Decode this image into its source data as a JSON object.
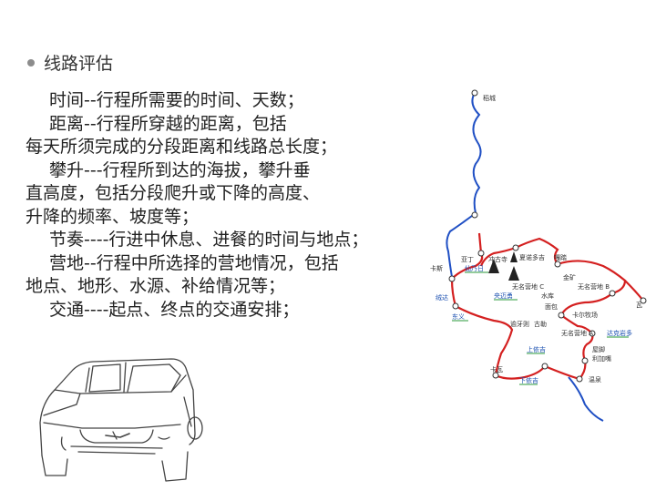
{
  "slide": {
    "heading": "线路评估",
    "lines": [
      {
        "text": "时间--行程所需要的时间、天数；",
        "indent": true
      },
      {
        "text": "距离--行程所穿越的距离，包括",
        "indent": true
      },
      {
        "text": "每天所须完成的分段距离和线路总长度；",
        "indent": false
      },
      {
        "text": "攀升---行程所到达的海拔，攀升垂",
        "indent": true
      },
      {
        "text": "直高度，包括分段爬升或下降的高度、",
        "indent": false
      },
      {
        "text": "升降的频率、坡度等；",
        "indent": false
      },
      {
        "text": "节奏----行进中休息、进餐的时间与地点；",
        "indent": true
      },
      {
        "text": "营地--行程中所选择的营地情况，包括",
        "indent": true
      },
      {
        "text": "地点、地形、水源、补给情况等；",
        "indent": false
      },
      {
        "text": "交通----起点、终点的交通安排；",
        "indent": true
      }
    ]
  },
  "map": {
    "labels": {
      "shucheng": "稻城",
      "yading": "亚丁",
      "chonggu": "冲古寺",
      "xianaiduoji": "夏诺多吉",
      "gala": "嘎踏",
      "xiannairi": "仙乃日",
      "kasi": "卡斯",
      "jinkuang": "金矿",
      "wuming_c": "无名营地 C",
      "wuming_b": "无名营地 B",
      "shuiku": "水库",
      "wa": "瓦",
      "rongda": "绒达",
      "yangmaiyong": "央迈勇",
      "dongyi": "东义",
      "miangen": "面包",
      "kaerniuchang": "卡尔牧场",
      "yuanzhuzi": "逾牙则",
      "gule": "古勒",
      "wuming_a": "无名营地 A",
      "daku": "达克岩多",
      "shangyiji": "上依吉",
      "wujiao": "屋脚",
      "lijiazui": "利加嘴",
      "kawa": "卡瓦",
      "xiayiji": "下依吉",
      "wenquan": "温泉"
    }
  },
  "colors": {
    "route": "#d42020",
    "river": "#1f4fc4",
    "text": "#222222"
  }
}
